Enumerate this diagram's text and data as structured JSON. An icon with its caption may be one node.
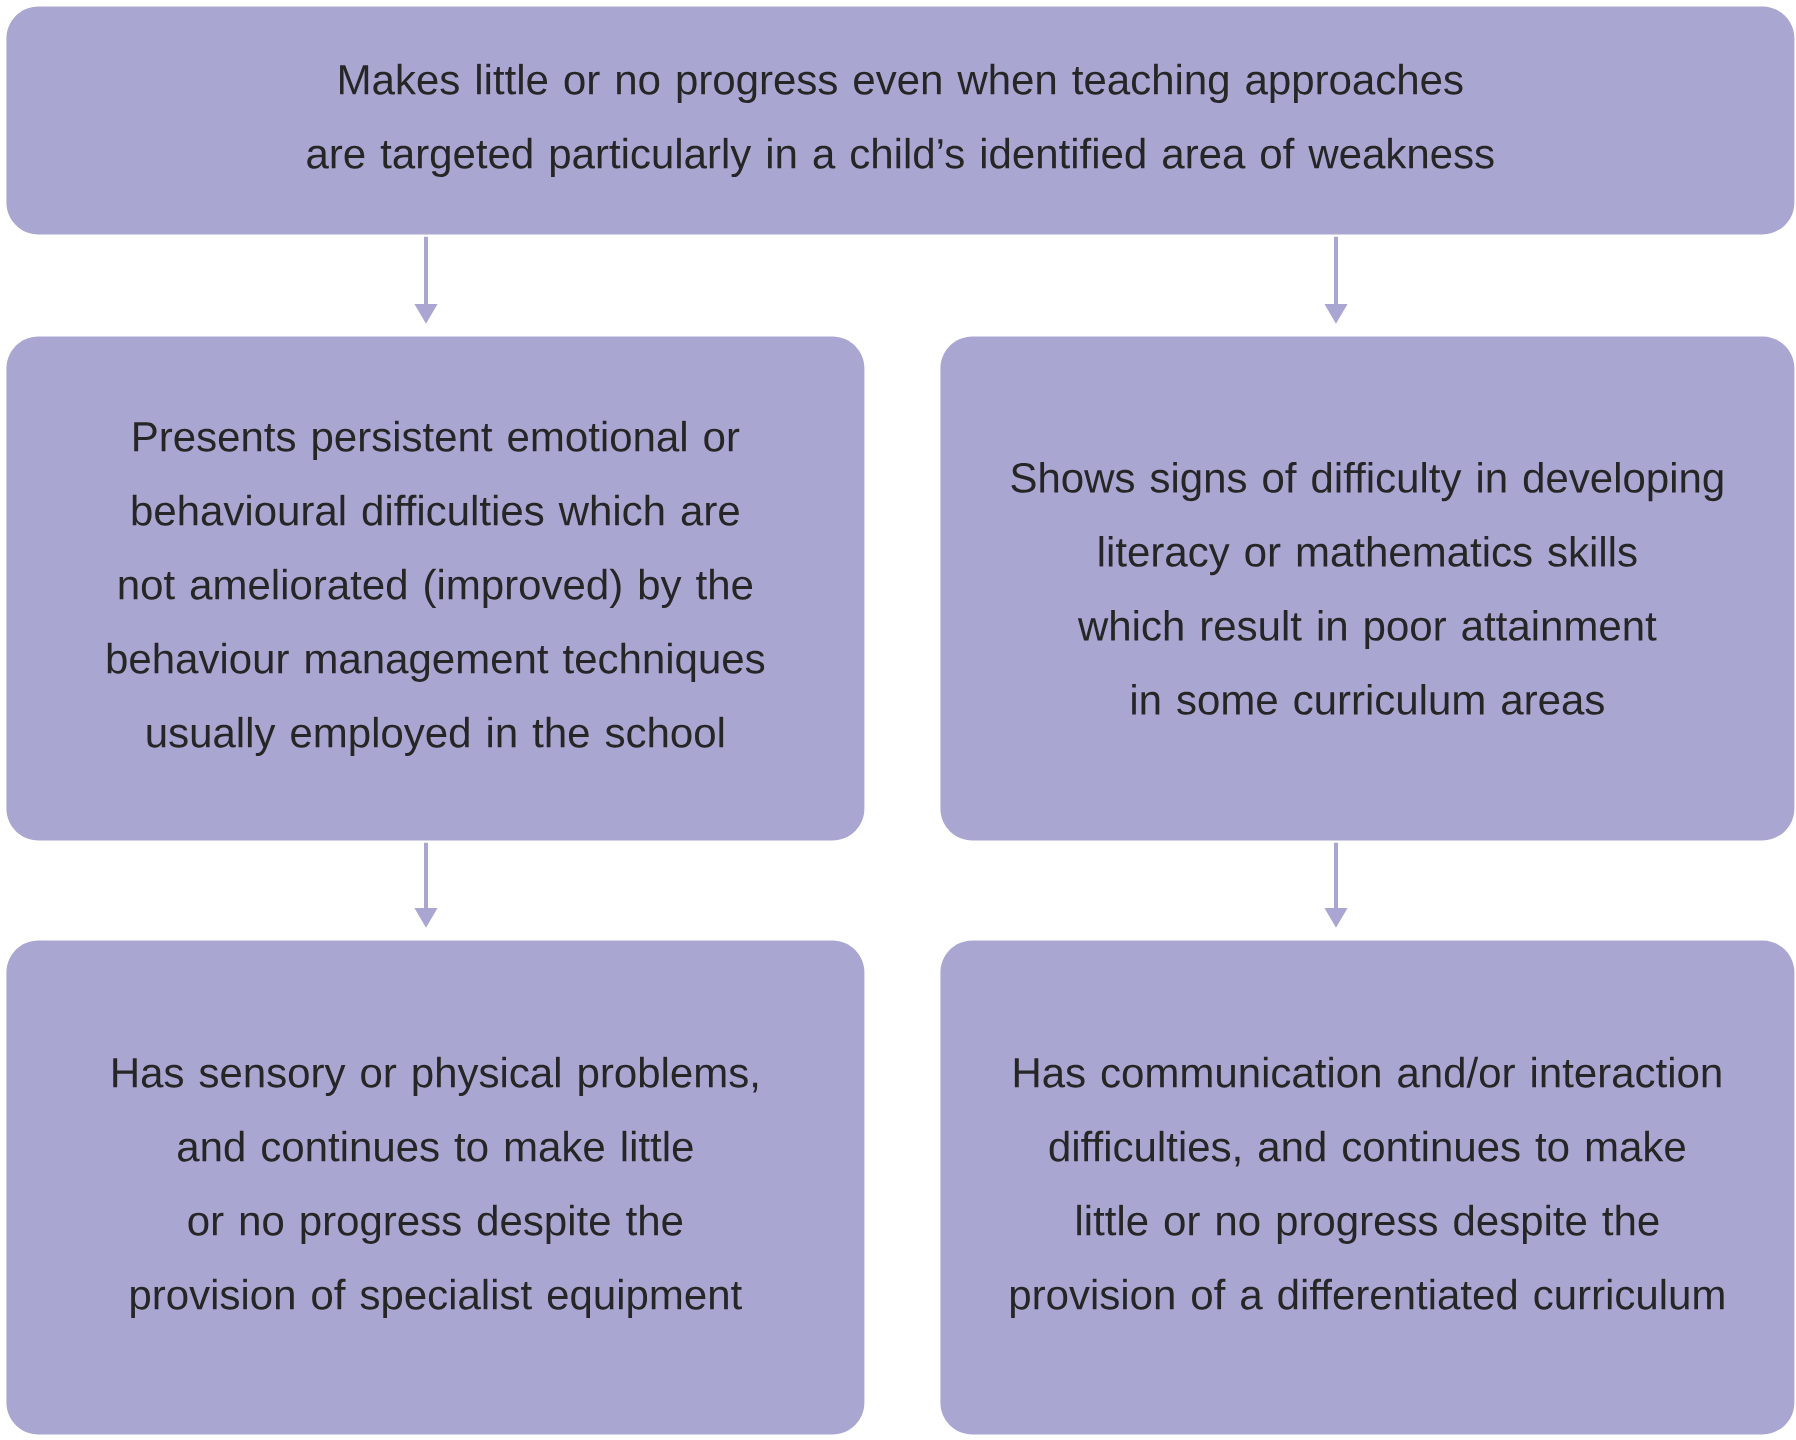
{
  "diagram": {
    "nodes": [
      {
        "text": [
          "Makes little or no progress even when teaching approaches are targeted particularly in a child’s identified area of weakness"
        ]
      },
      {
        "text": [
          "Presents persistent emotional or behavioural difficulties which are not ameliorated (improved) by the behaviour management techniques usually employed in the school"
        ]
      },
      {
        "text": [
          "Shows signs of difficulty in developing literacy or mathematics skills which result in poor attainment in some curriculum areas"
        ]
      },
      {
        "text": [
          "Has sensory or physical problems, and continues to make little or no progress despite the provision of specialist equipment"
        ]
      },
      {
        "text": [
          "Has communication and/or interaction difficulties, and continues to make little or no progress despite the provision of a differentiated curriculum"
        ]
      }
    ],
    "edges": [
      {
        "from": 0,
        "to": 1,
        "arrow": "to"
      },
      {
        "from": 0,
        "to": 2,
        "arrow": "to"
      },
      {
        "from": 1,
        "to": 3,
        "arrow": "to"
      },
      {
        "from": 2,
        "to": 4,
        "arrow": "to"
      }
    ]
  }
}
